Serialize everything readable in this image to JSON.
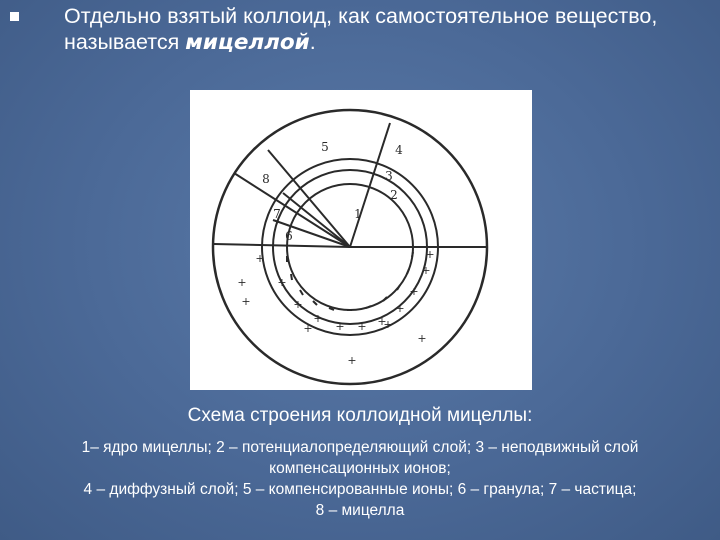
{
  "slide": {
    "bullet_icon": "square-bullet-icon",
    "heading_text": "Отдельно взятый коллоид, как самостоятельное вещество, называется ",
    "heading_term": "мицеллой",
    "heading_end": "."
  },
  "diagram": {
    "labels": [
      "1",
      "2",
      "3",
      "4",
      "5",
      "6",
      "7",
      "8"
    ],
    "minus_sign": "–",
    "plus_sign": "+"
  },
  "caption": {
    "title": "Схема строения коллоидной мицеллы:",
    "lines": [
      "1– ядро мицеллы; 2 – потенциалопределяющий слой; 3 – неподвижный слой",
      "компенсационных ионов;",
      "4 – диффузный слой; 5 – компенсированные ионы; 6 – гранула; 7 – частица;",
      "8 – мицелла"
    ]
  }
}
